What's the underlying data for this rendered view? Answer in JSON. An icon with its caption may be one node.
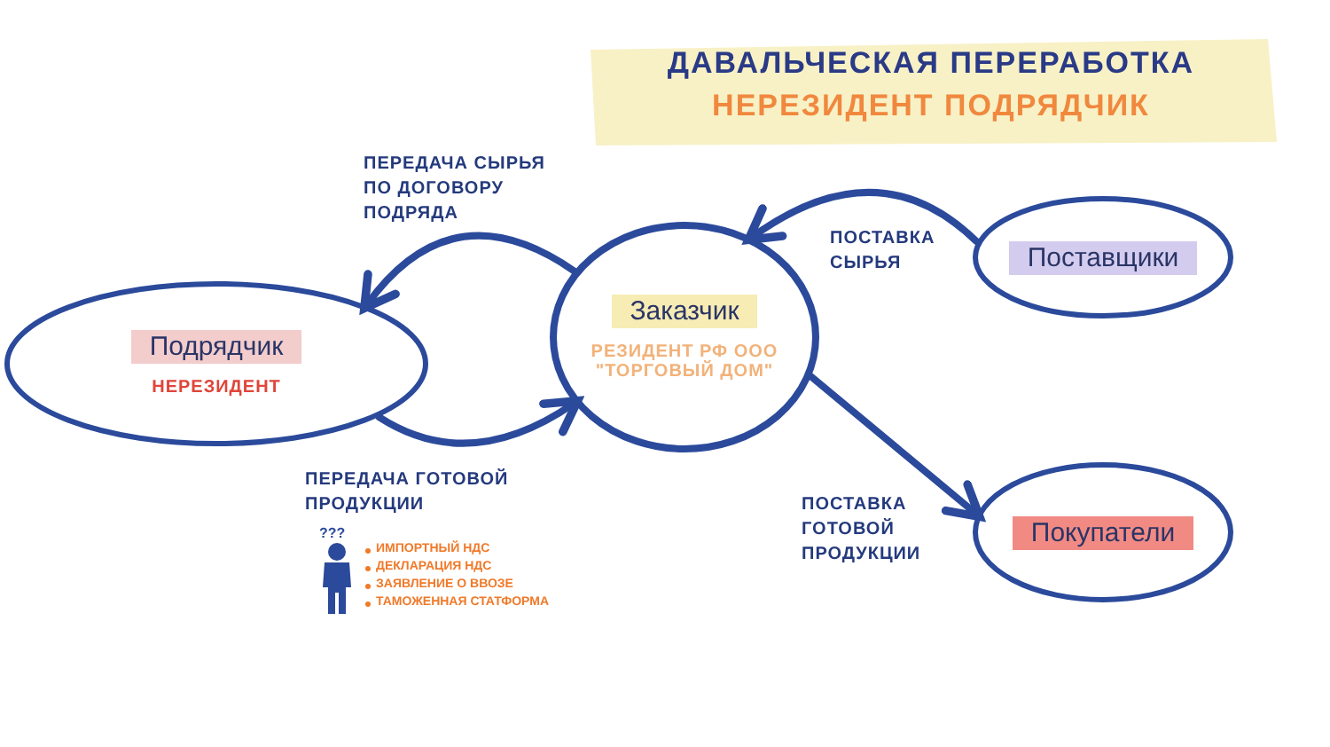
{
  "diagram": {
    "title": "ДАВАЛЬЧЕСКАЯ ПЕРЕРАБОТКА",
    "nodes": [
      {
        "text": [
          "Подрядчик",
          "НЕРЕЗИДЕНТ"
        ]
      },
      {
        "text": [
          "Заказчик",
          "РЕЗИДЕНТ РФ ООО \"ТОРГОВЫЙ ДОМ\""
        ]
      },
      {
        "text": [
          "Поставщики"
        ]
      },
      {
        "text": [
          "Покупатели"
        ]
      }
    ],
    "edges": [
      {
        "from": 1,
        "to": 0,
        "arrow": "to",
        "label": "ПЕРЕДАЧА СЫРЬЯ ПО ДОГОВОРУ ПОДРЯДА"
      },
      {
        "from": 0,
        "to": 1,
        "arrow": "to",
        "label": "ПЕРЕДАЧА ГОТОВОЙ ПРОДУКЦИИ"
      },
      {
        "from": 2,
        "to": 1,
        "arrow": "to",
        "label": "ПОСТАВКА СЫРЬЯ"
      },
      {
        "from": 1,
        "to": 3,
        "arrow": "to",
        "label": "ПОСТАВКА ГОТОВОЙ ПРОДУКЦИИ"
      }
    ],
    "labels": [
      "НЕРЕЗИДЕНТ ПОДРЯДЧИК",
      "???",
      "ИМПОРТНЫЙ НДС",
      "ДЕКЛАРАЦИЯ НДС",
      "ЗАЯВЛЕНИЕ О ВВОЗЕ",
      "ТАМОЖЕННАЯ СТАТФОРМА"
    ]
  }
}
